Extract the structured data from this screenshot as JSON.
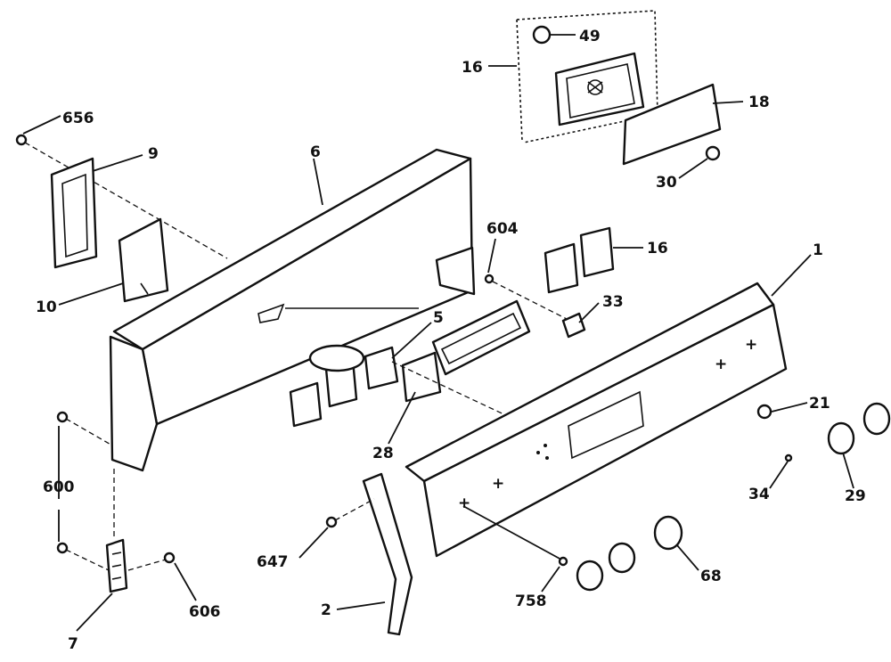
{
  "diagram": {
    "callouts": [
      {
        "id": "c-49",
        "text": "49"
      },
      {
        "id": "c-16a",
        "text": "16"
      },
      {
        "id": "c-18",
        "text": "18"
      },
      {
        "id": "c-30",
        "text": "30"
      },
      {
        "id": "c-656",
        "text": "656"
      },
      {
        "id": "c-9",
        "text": "9"
      },
      {
        "id": "c-6",
        "text": "6"
      },
      {
        "id": "c-604",
        "text": "604"
      },
      {
        "id": "c-16b",
        "text": "16"
      },
      {
        "id": "c-1",
        "text": "1"
      },
      {
        "id": "c-10",
        "text": "10"
      },
      {
        "id": "c-5",
        "text": "5"
      },
      {
        "id": "c-33",
        "text": "33"
      },
      {
        "id": "c-21",
        "text": "21"
      },
      {
        "id": "c-28",
        "text": "28"
      },
      {
        "id": "c-600",
        "text": "600"
      },
      {
        "id": "c-34",
        "text": "34"
      },
      {
        "id": "c-29",
        "text": "29"
      },
      {
        "id": "c-647",
        "text": "647"
      },
      {
        "id": "c-68",
        "text": "68"
      },
      {
        "id": "c-758",
        "text": "758"
      },
      {
        "id": "c-606",
        "text": "606"
      },
      {
        "id": "c-2",
        "text": "2"
      },
      {
        "id": "c-7",
        "text": "7"
      }
    ]
  }
}
